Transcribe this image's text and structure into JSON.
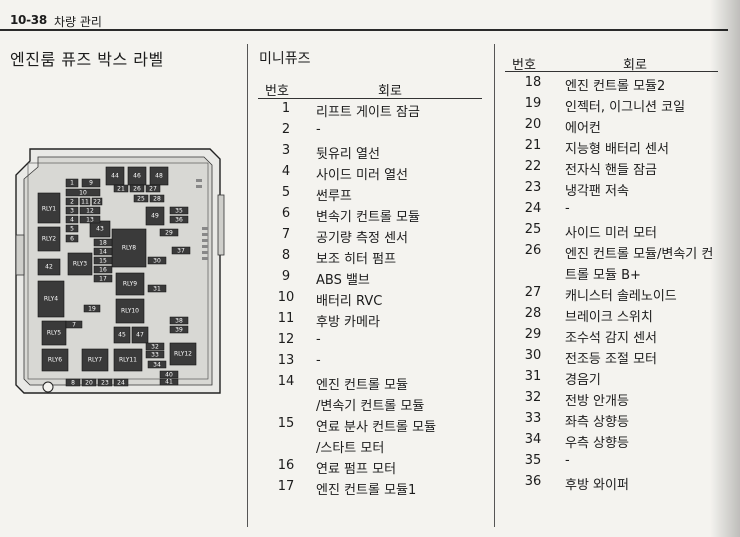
{
  "header": {
    "page_number": "10-38",
    "section": "차량 관리"
  },
  "left_column": {
    "title": "엔진룸 퓨즈 박스 라벨"
  },
  "mini_fuse": {
    "title": "미니퓨즈",
    "col_number": "번호",
    "col_circuit": "회로",
    "rows": [
      {
        "n": "1",
        "c": [
          "리프트 게이트 잠금"
        ]
      },
      {
        "n": "2",
        "c": [
          "-"
        ]
      },
      {
        "n": "3",
        "c": [
          "뒷유리 열선"
        ]
      },
      {
        "n": "4",
        "c": [
          "사이드 미러 열선"
        ]
      },
      {
        "n": "5",
        "c": [
          "썬루프"
        ]
      },
      {
        "n": "6",
        "c": [
          "변속기 컨트롤 모듈"
        ]
      },
      {
        "n": "7",
        "c": [
          "공기량 측정 센서"
        ]
      },
      {
        "n": "8",
        "c": [
          "보조 히터 펌프"
        ]
      },
      {
        "n": "9",
        "c": [
          "ABS 밸브"
        ]
      },
      {
        "n": "10",
        "c": [
          "배터리 RVC"
        ]
      },
      {
        "n": "11",
        "c": [
          "후방 카메라"
        ]
      },
      {
        "n": "12",
        "c": [
          "-"
        ]
      },
      {
        "n": "13",
        "c": [
          "-"
        ]
      },
      {
        "n": "14",
        "c": [
          "엔진 컨트롤 모듈",
          "/변속기 컨트롤 모듈"
        ]
      },
      {
        "n": "15",
        "c": [
          "연료 분사 컨트롤 모듈",
          "/스타트 모터"
        ]
      },
      {
        "n": "16",
        "c": [
          "연료 펌프 모터"
        ]
      },
      {
        "n": "17",
        "c": [
          "엔진 컨트롤 모듈1"
        ]
      }
    ]
  },
  "right_table": {
    "col_number": "번호",
    "col_circuit": "회로",
    "rows": [
      {
        "n": "18",
        "c": [
          "엔진 컨트롤 모듈2"
        ]
      },
      {
        "n": "19",
        "c": [
          "인젝터, 이그니션 코일"
        ]
      },
      {
        "n": "20",
        "c": [
          "에어컨"
        ]
      },
      {
        "n": "21",
        "c": [
          "지능형 배터리 센서"
        ]
      },
      {
        "n": "22",
        "c": [
          "전자식 핸들 잠금"
        ]
      },
      {
        "n": "23",
        "c": [
          "냉각팬 저속"
        ]
      },
      {
        "n": "24",
        "c": [
          "-"
        ]
      },
      {
        "n": "25",
        "c": [
          "사이드 미러 모터"
        ]
      },
      {
        "n": "26",
        "c": [
          "엔진 컨트롤 모듈/변속기 컨",
          "트롤 모듈 B+"
        ]
      },
      {
        "n": "27",
        "c": [
          "캐니스터 솔레노이드"
        ]
      },
      {
        "n": "28",
        "c": [
          "브레이크 스위치"
        ]
      },
      {
        "n": "29",
        "c": [
          "조수석 감지 센서"
        ]
      },
      {
        "n": "30",
        "c": [
          "전조등 조절 모터"
        ]
      },
      {
        "n": "31",
        "c": [
          "경음기"
        ]
      },
      {
        "n": "32",
        "c": [
          "전방 안개등"
        ]
      },
      {
        "n": "33",
        "c": [
          "좌측 상향등"
        ]
      },
      {
        "n": "34",
        "c": [
          "우측 상향등"
        ]
      },
      {
        "n": "35",
        "c": [
          "-"
        ]
      },
      {
        "n": "36",
        "c": [
          "후방 와이퍼"
        ]
      }
    ]
  },
  "diagram": {
    "relays": [
      "RLY1",
      "RLY2",
      "RLY3",
      "RLY4",
      "RLY5",
      "RLY6",
      "RLY7",
      "RLY8",
      "RLY9",
      "RLY10",
      "RLY11",
      "RLY12"
    ],
    "fuses_top": [
      "44",
      "46",
      "48",
      "21",
      "26",
      "27",
      "25",
      "28"
    ],
    "fuses_left": [
      "1",
      "9",
      "10",
      "2",
      "11",
      "22",
      "3",
      "12",
      "4",
      "13",
      "5",
      "43",
      "6",
      "18",
      "14",
      "15",
      "16",
      "17",
      "19"
    ],
    "fuses_mid": [
      "49",
      "35",
      "36",
      "29",
      "37",
      "30",
      "31",
      "32",
      "39",
      "33",
      "34",
      "40",
      "41",
      "42",
      "45",
      "47",
      "38"
    ],
    "fuses_bottom": [
      "8",
      "20",
      "23",
      "24",
      "7"
    ]
  }
}
